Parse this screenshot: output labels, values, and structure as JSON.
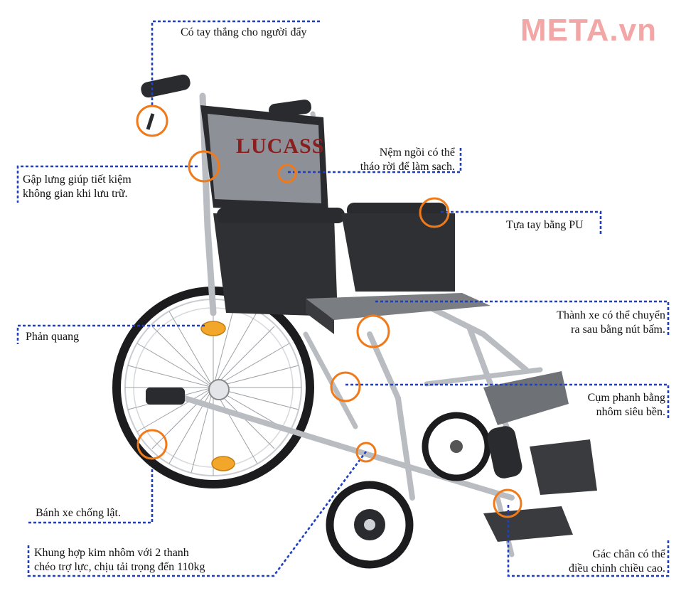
{
  "brand": {
    "watermark": "META.vn",
    "product_logo": "LUCASS"
  },
  "callouts": {
    "push_handle": "Có tay thắng cho người đẩy",
    "fold_back": [
      "Gập lưng giúp tiết kiệm",
      "không gian khi lưu trữ."
    ],
    "seat_cushion": [
      "Nệm ngồi có thể",
      "tháo rời để làm sạch."
    ],
    "armrest": "Tựa tay bằng PU",
    "side_frame": [
      "Thành xe có thể chuyển",
      "ra sau bằng nút bấm."
    ],
    "reflector": "Phản quang",
    "brake": [
      "Cụm phanh bằng",
      "nhôm siêu bền."
    ],
    "anti_tip": "Bánh xe chống lật.",
    "frame": [
      "Khung hợp kim nhôm với 2 thanh",
      "chéo trợ lực, chịu tải trọng đến 110kg"
    ],
    "footrest": [
      "Gác chân có thể",
      "điều chỉnh chiều cao."
    ]
  },
  "colors": {
    "leader": "#1f3fbf",
    "marker": "#f07a1a",
    "watermark": "#f3a6a6"
  }
}
